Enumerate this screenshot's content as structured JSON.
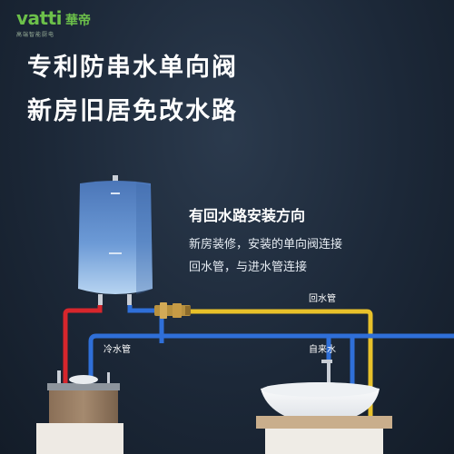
{
  "brand": {
    "logo": "vatti",
    "name_cn": "華帝",
    "tagline": "高端智能厨电"
  },
  "headline": {
    "line1": "专利防串水单向阀",
    "line2": "新房旧居免改水路"
  },
  "info": {
    "title": "有回水路安装方向",
    "line1": "新房装修，安装的单向阀连接",
    "line2": "回水管，与进水管连接"
  },
  "labels": {
    "return_pipe": "回水管",
    "cold_pipe": "冷水管",
    "tap_water": "自来水"
  },
  "colors": {
    "hot_pipe": "#d7262c",
    "cold_pipe": "#2f6fd8",
    "return_pipe": "#e8c12a",
    "brand_green": "#6cc04a"
  }
}
